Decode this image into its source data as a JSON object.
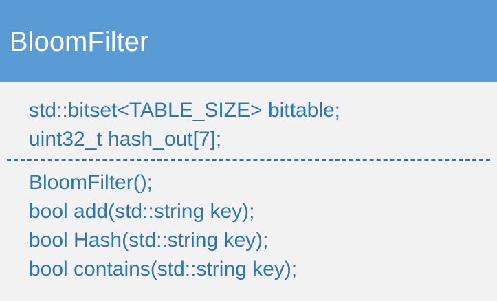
{
  "class": {
    "name": "BloomFilter",
    "attributes": [
      "std::bitset<TABLE_SIZE> bittable;",
      "uint32_t hash_out[7];"
    ],
    "methods": [
      "BloomFilter();",
      "bool add(std::string key);",
      "bool Hash(std::string key);",
      "bool contains(std::string key);"
    ]
  },
  "colors": {
    "header_background": "#5b9bd5",
    "body_background": "#f2f2f2",
    "member_text": "#2e75b6",
    "title_text": "#ffffff"
  }
}
